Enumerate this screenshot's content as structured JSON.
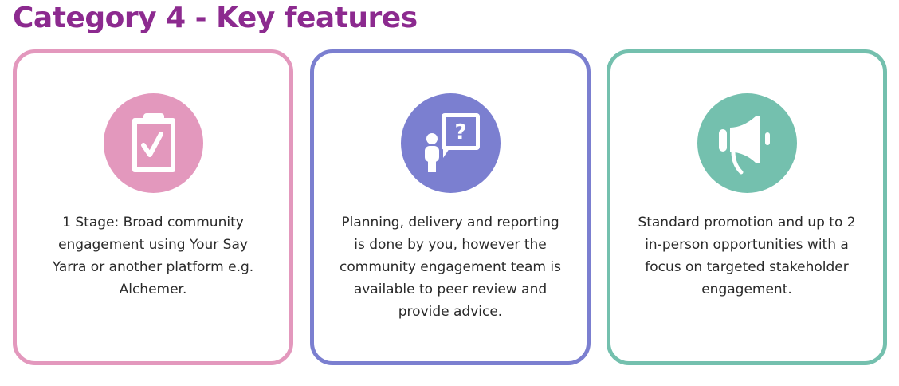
{
  "title": "Category 4 - Key features",
  "cards": [
    {
      "icon": "clipboard-check-icon",
      "color": "#e398bd",
      "text": "1 Stage: Broad community engagement using Your Say Yarra or another platform e.g. Alchemer."
    },
    {
      "icon": "person-question-icon",
      "color": "#7b7fd0",
      "text": "Planning, delivery and reporting is done by you, however the community engagement team is available to peer review and provide advice."
    },
    {
      "icon": "megaphone-icon",
      "color": "#74c0ae",
      "text": "Standard promotion and up to 2 in-person opportunities with a focus on targeted stakeholder engagement."
    }
  ]
}
